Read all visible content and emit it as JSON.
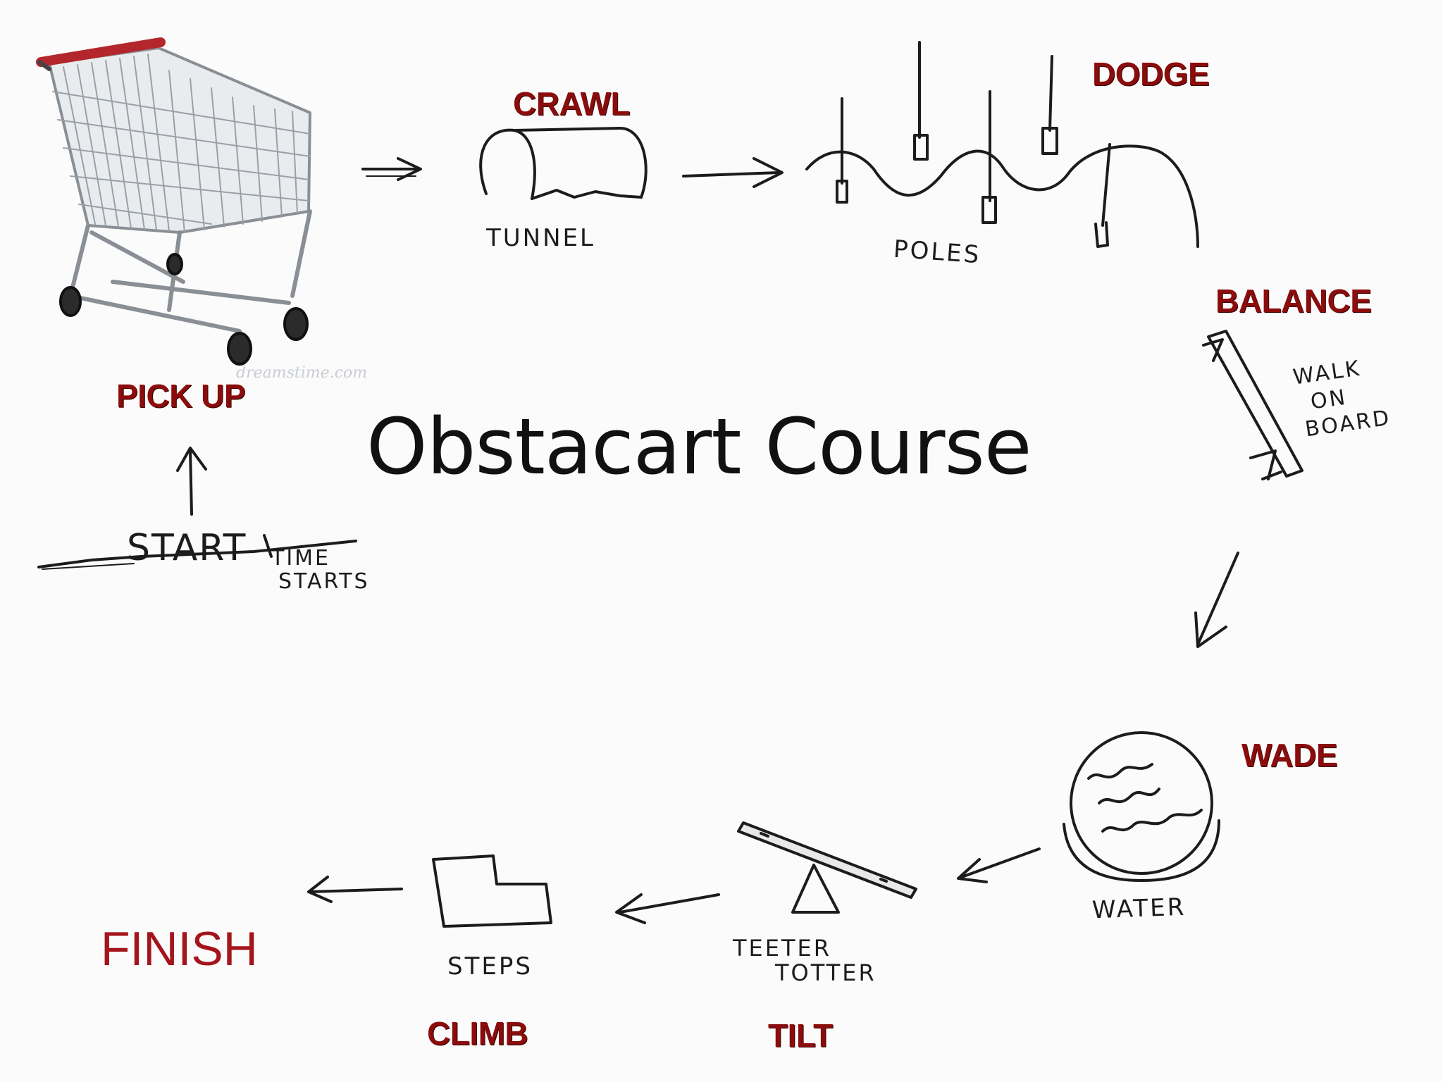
{
  "title": "Obstacart Course",
  "watermark": "dreamstime.com",
  "steps": {
    "pickup": {
      "label": "PICK UP"
    },
    "crawl": {
      "label": "CRAWL",
      "sketch_label": "TUNNEL"
    },
    "dodge": {
      "label": "DODGE",
      "sketch_label": "POLES"
    },
    "balance": {
      "label": "BALANCE",
      "sketch_label_lines": [
        "WALK",
        "ON",
        "BOARD"
      ]
    },
    "wade": {
      "label": "WADE",
      "sketch_label": "WATER"
    },
    "tilt": {
      "label": "TILT",
      "sketch_label_lines": [
        "TEETER",
        "TOTTER"
      ]
    },
    "climb": {
      "label": "CLIMB",
      "sketch_label": "STEPS"
    },
    "finish": {
      "label": "FINISH"
    }
  },
  "start": {
    "label": "START",
    "note_lines": [
      "TIME",
      "STARTS"
    ]
  },
  "colors": {
    "label": "#8b0c0c",
    "finish": "#a4151b",
    "ink": "#1c1c1c",
    "cart_handle": "#b3262b"
  },
  "icons": [
    "shopping-cart-icon",
    "arrow-icon",
    "tunnel-icon",
    "poles-icon",
    "board-icon",
    "water-icon",
    "teeter-totter-icon",
    "steps-icon"
  ]
}
